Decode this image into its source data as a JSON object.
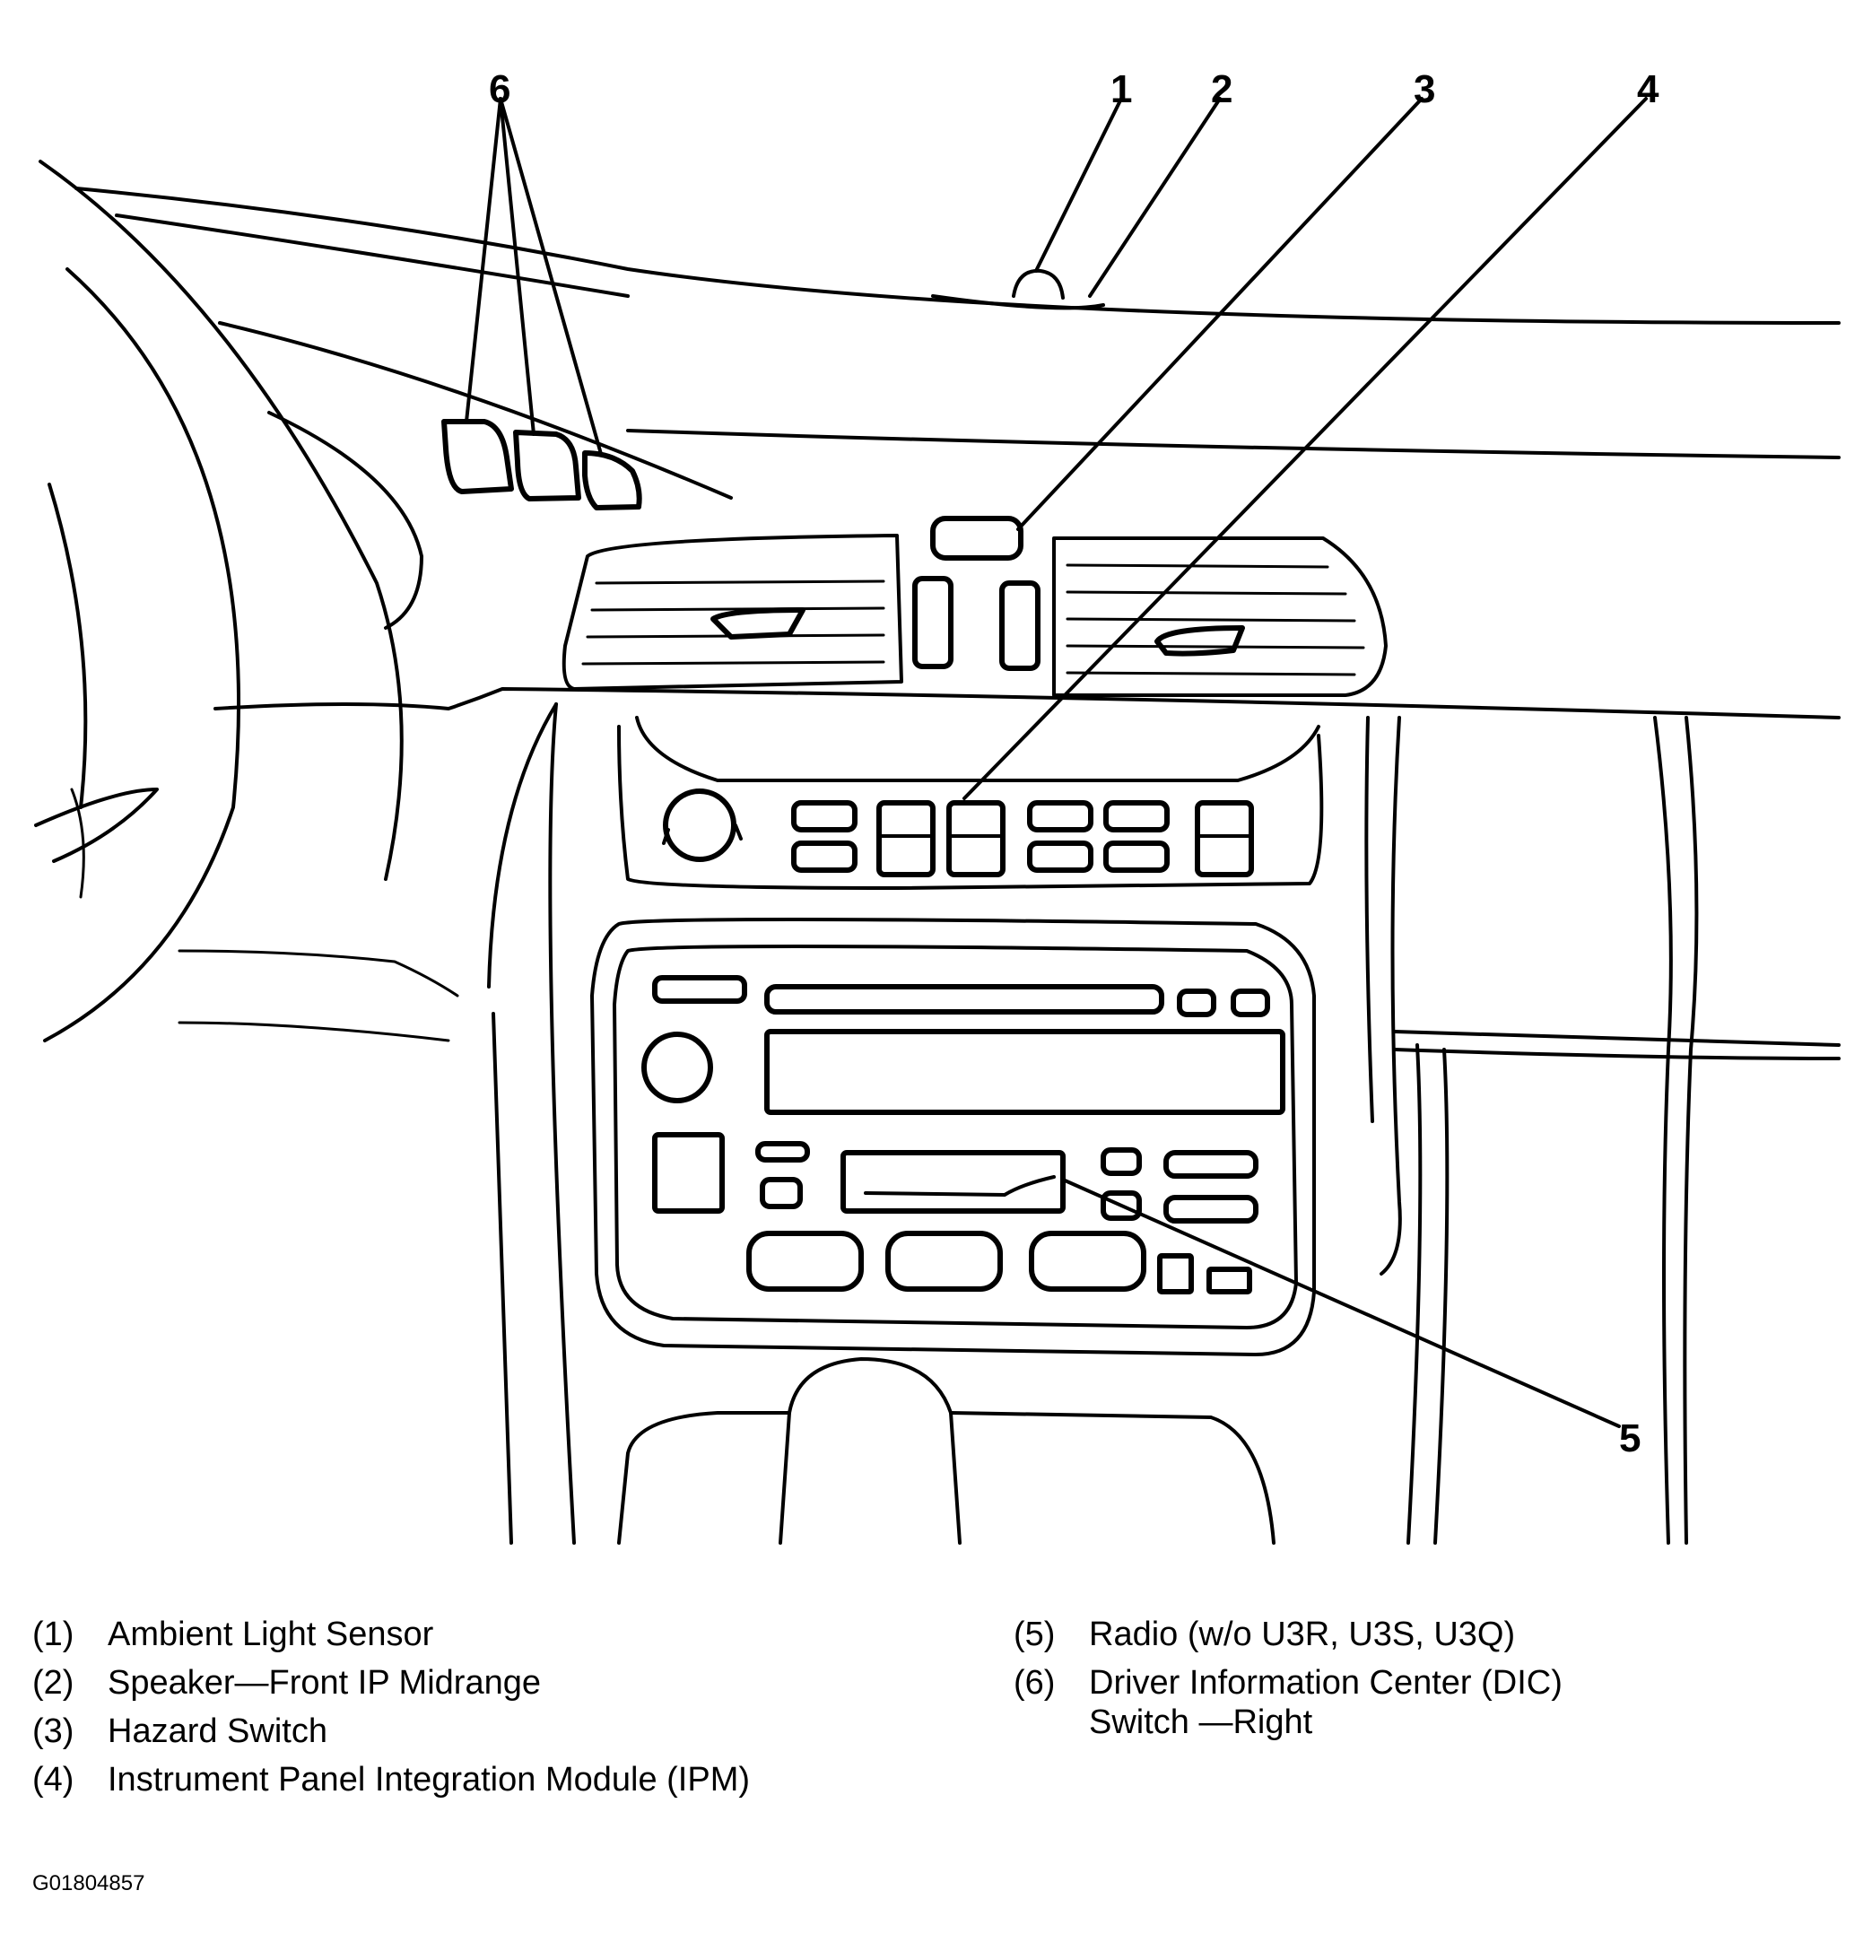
{
  "callouts": [
    "1",
    "2",
    "3",
    "4",
    "5",
    "6"
  ],
  "legend": {
    "left": [
      {
        "num": "(1)",
        "text": "Ambient Light Sensor"
      },
      {
        "num": "(2)",
        "text": "Speaker—Front IP Midrange"
      },
      {
        "num": "(3)",
        "text": "Hazard Switch"
      },
      {
        "num": "(4)",
        "text": "Instrument Panel Integration Module (IPM)"
      }
    ],
    "right": [
      {
        "num": "(5)",
        "text": "Radio (w/o U3R, U3S, U3Q)"
      },
      {
        "num": "(6)",
        "text": "Driver Information Center (DIC)",
        "text2": "Switch —Right"
      }
    ]
  },
  "figure_id": "G01804857"
}
